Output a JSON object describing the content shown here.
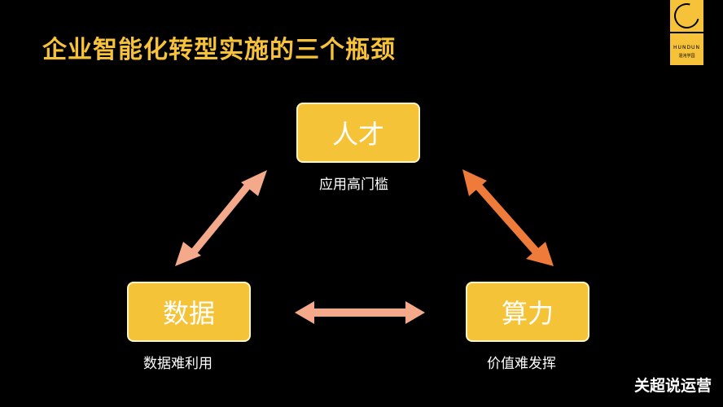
{
  "title": "企业智能化转型实施的三个瓶颈",
  "logo": {
    "line1": "HUNDUN",
    "line2": "混沌学园"
  },
  "nodes": {
    "top": {
      "label": "人才",
      "caption": "应用高门槛"
    },
    "left": {
      "label": "数据",
      "caption": "数据难利用"
    },
    "right": {
      "label": "算力",
      "caption": "价值难发挥"
    }
  },
  "watermark": "关超说运营",
  "colors": {
    "accent": "#f6c23a",
    "arrow_light": "#f3a98a",
    "arrow_dark": "#ee7b3a"
  }
}
